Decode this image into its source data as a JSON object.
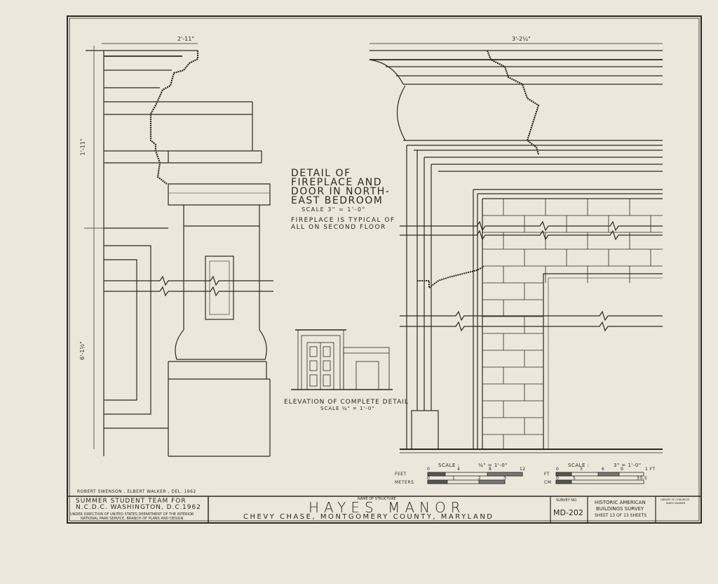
{
  "dimensions": {
    "left_width": "2'-11\"",
    "right_width": "3'-2¼\"",
    "left_upper_height": "1'-11\"",
    "left_lower_height": "6'-1½\""
  },
  "detail_note": {
    "title_lines": [
      "DETAIL OF",
      "FIREPLACE AND",
      "DOOR IN NORTH-",
      "EAST BEDROOM"
    ],
    "scale": "SCALE  3\" = 1'-0\"",
    "remark_lines": [
      "FIREPLACE IS TYPICAL OF",
      "ALL ON SECOND FLOOR"
    ]
  },
  "elevation": {
    "title": "ELEVATION OF COMPLETE DETAIL",
    "scale": "SCALE  ¼\" = 1'-0\""
  },
  "scale_bars": {
    "left": {
      "label": "SCALE :",
      "ratio": "¼\" = 1'-0\"",
      "feet_label": "FEET",
      "feet_ticks": [
        "0",
        "4",
        "8",
        "12"
      ],
      "meters_label": "METERS",
      "meter_ticks": [
        "0",
        "1",
        "2",
        "3"
      ]
    },
    "right": {
      "label": "SCALE :",
      "ratio": "3\" = 1'-0\"",
      "feet_label": "FT",
      "feet_ticks": [
        "0",
        "3",
        "6",
        "9",
        "1 FT"
      ],
      "cm_label": "CM",
      "cm_ticks": [
        "0",
        "5",
        "30.5"
      ]
    }
  },
  "credits": "ROBERT SWENSON , ELBERT WALKER , DEL. 1962",
  "title_block": {
    "team_line1": "SUMMER  STUDENT  TEAM  FOR",
    "team_line2": "N.C.D.C. WASHINGTON, D.C.",
    "team_year": "1962",
    "direction_line1": "UNDER DIRECTION OF UNITED STATES DEPARTMENT OF THE INTERIOR",
    "direction_line2": "NATIONAL PARK SERVICE, BRANCH OF PLANS AND DESIGN",
    "name_label": "NAME OF STRUCTURE",
    "structure_name": "HAYES   MANOR",
    "location": "CHEVY  CHASE, MONTGOMERY  COUNTY, MARYLAND",
    "survey_label": "SURVEY NO.",
    "survey_no": "MD-202",
    "agency_line1": "HISTORIC AMERICAN",
    "agency_line2": "BUILDINGS SURVEY",
    "sheet": "SHEET 13 OF 13 SHEETS",
    "loc_line1": "LIBRARY OF CONGRESS",
    "loc_line2": "INDEX NUMBER"
  },
  "colors": {
    "paper": "#ebe7da",
    "ink": "#2a2824"
  }
}
